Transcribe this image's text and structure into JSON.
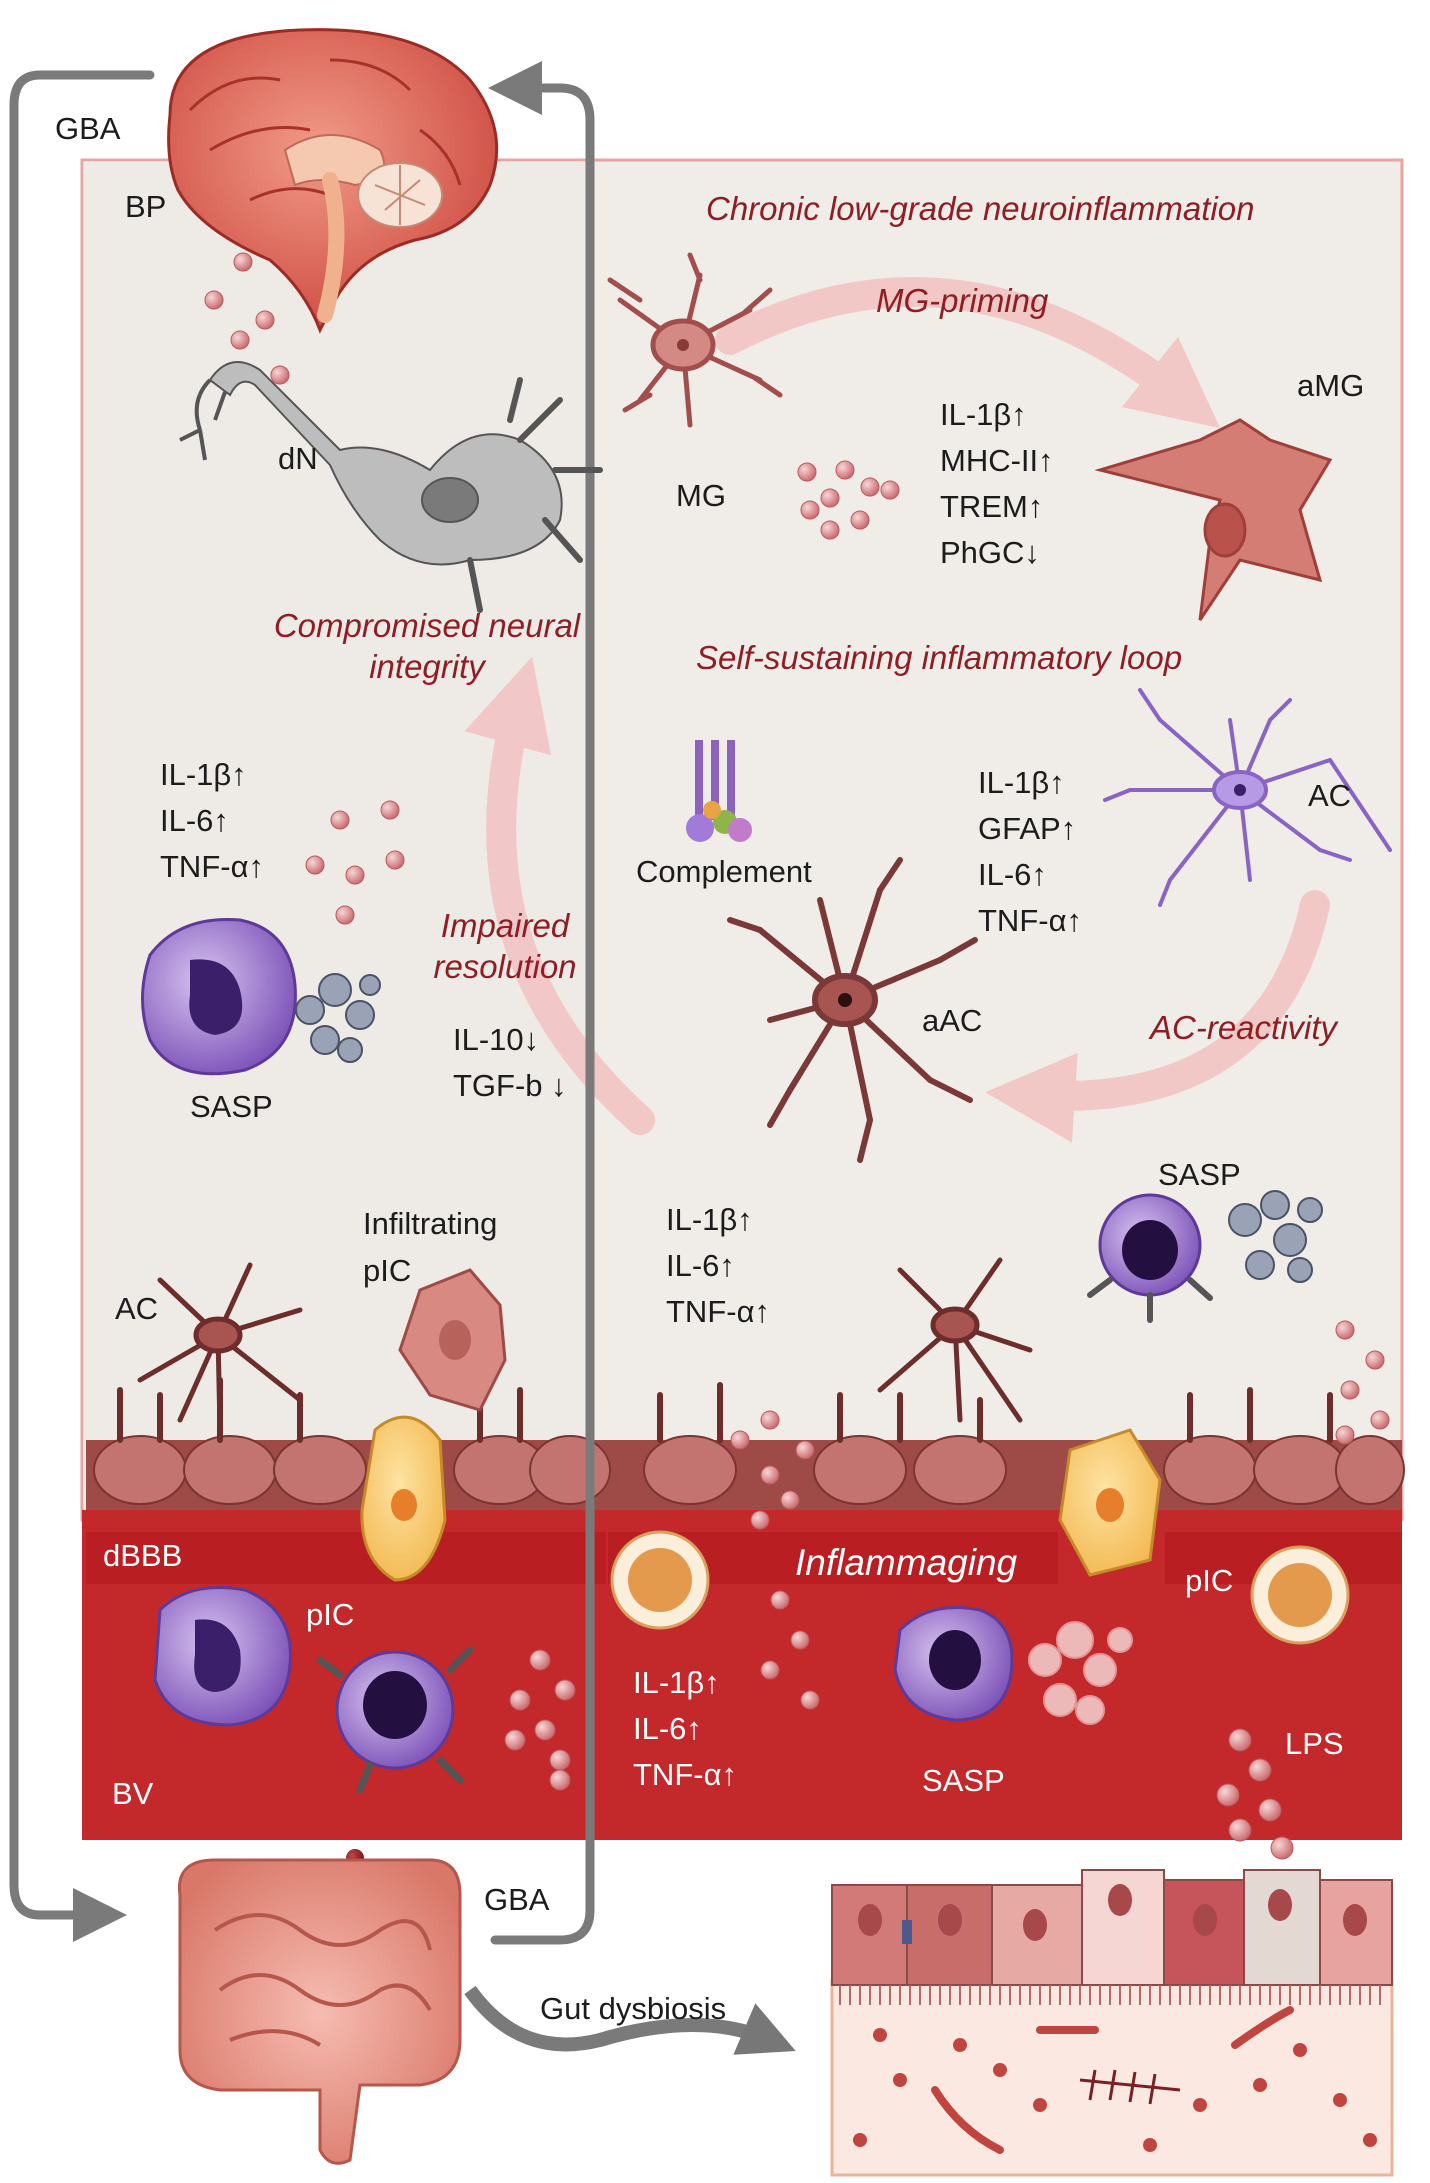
{
  "labels": {
    "gba_top": "GBA",
    "gba_bottom": "GBA",
    "bp": "BP",
    "dn": "dN",
    "mg": "MG",
    "amg": "aMG",
    "ac_right": "AC",
    "aac": "aAC",
    "ac_left": "AC",
    "complement": "Complement",
    "sasp_left": "SASP",
    "sasp_right": "SASP",
    "sasp_bv": "SASP",
    "infiltrating": "Infiltrating",
    "pic_infiltrating": "pIC",
    "dbbb": "dBBB",
    "pic_bv_left": "pIC",
    "pic_bv_right": "pIC",
    "bv": "BV",
    "lps": "LPS",
    "gut_dysbiosis": "Gut dysbiosis"
  },
  "titles": {
    "chronic": "Chronic low-grade neuroinflammation",
    "mg_priming": "MG-priming",
    "self_sustaining": "Self-sustaining inflammatory loop",
    "compromised_line1": "Compromised neural",
    "compromised_line2": "integrity",
    "impaired_line1": "Impaired",
    "impaired_line2": "resolution",
    "ac_reactivity": "AC-reactivity",
    "inflammaging": "Inflammaging"
  },
  "markers": {
    "mg": [
      "IL-1β↑",
      "MHC-II↑",
      "TREM↑",
      "PhGC↓"
    ],
    "ac": [
      "IL-1β↑",
      "GFAP↑",
      "IL-6↑",
      "TNF-α↑"
    ],
    "left": [
      "IL-1β↑",
      "IL-6↑",
      "TNF-α↑"
    ],
    "resolution": [
      "IL-10↓",
      "TGF-b ↓"
    ],
    "mid": [
      "IL-1β↑",
      "IL-6↑",
      "TNF-α↑"
    ],
    "bv": [
      "IL-1β↑",
      "IL-6↑",
      "TNF-α↑"
    ]
  },
  "colors": {
    "panel_bg": "#f0ece7",
    "panel_border": "#e6a4a2",
    "vessel": "#c3282b",
    "title_red": "#8f1e24",
    "loop_arrow": "#f3c2c2",
    "gba_arrow": "#7a7a7a"
  }
}
